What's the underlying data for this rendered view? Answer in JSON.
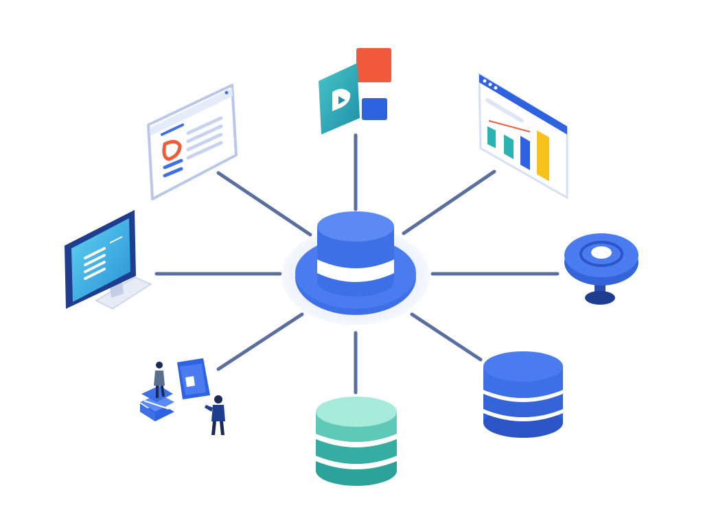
{
  "diagram": {
    "palette": {
      "hub_blue": "#3d6fe6",
      "hub_dark": "#2b55c7",
      "connector": "#5a6ea0",
      "teal": "#2bb3b3",
      "mint": "#9fe3d0",
      "orange": "#f15a3a",
      "yellow": "#f6c21b",
      "screen_cyan": "#35b8e0",
      "person_navy": "#1b2a55"
    },
    "hub": {
      "icon": "central-database-icon"
    },
    "nodes": [
      {
        "id": "document",
        "icon": "document-window-icon"
      },
      {
        "id": "apps",
        "icon": "app-tiles-icon"
      },
      {
        "id": "dashboard",
        "icon": "analytics-dashboard-icon"
      },
      {
        "id": "monitor",
        "icon": "desktop-monitor-icon"
      },
      {
        "id": "sensor",
        "icon": "disc-sensor-icon"
      },
      {
        "id": "team",
        "icon": "people-collaboration-icon"
      },
      {
        "id": "green-database",
        "icon": "green-database-icon"
      },
      {
        "id": "blue-database",
        "icon": "blue-database-icon"
      }
    ]
  }
}
